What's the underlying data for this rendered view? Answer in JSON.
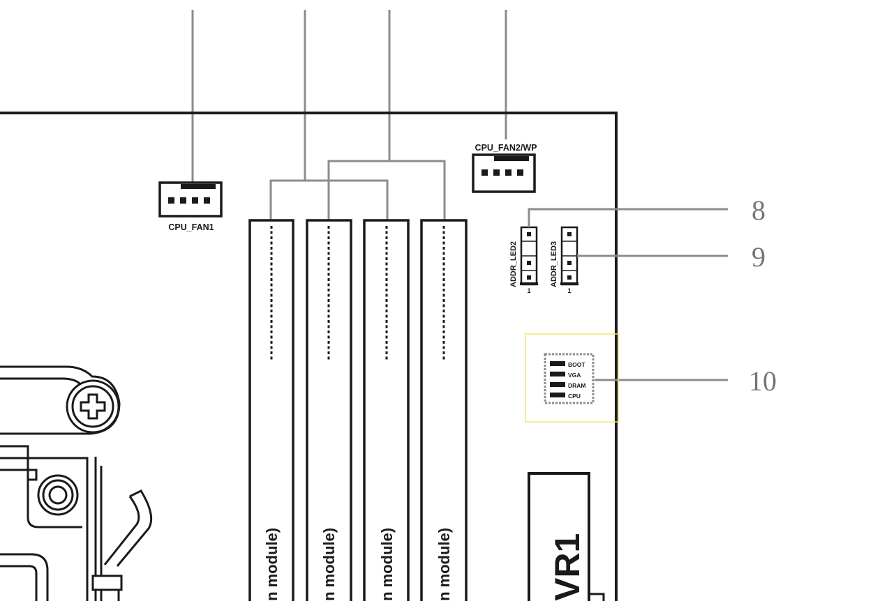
{
  "labels": {
    "cpu_fan1": "CPU_FAN1",
    "cpu_fan2": "CPU_FAN2/WP",
    "addr_led2": "ADDR_LED2",
    "addr_led3": "ADDR_LED3",
    "pin1": "1",
    "dimm_text": "n module)",
    "vr": "VR1"
  },
  "debug_leds": [
    "BOOT",
    "VGA",
    "DRAM",
    "CPU"
  ],
  "callouts": [
    "8",
    "9",
    "10"
  ],
  "colors": {
    "outline": "#1a1a1a",
    "leader": "#8c8c8c",
    "highlight": "#f3e66a"
  }
}
